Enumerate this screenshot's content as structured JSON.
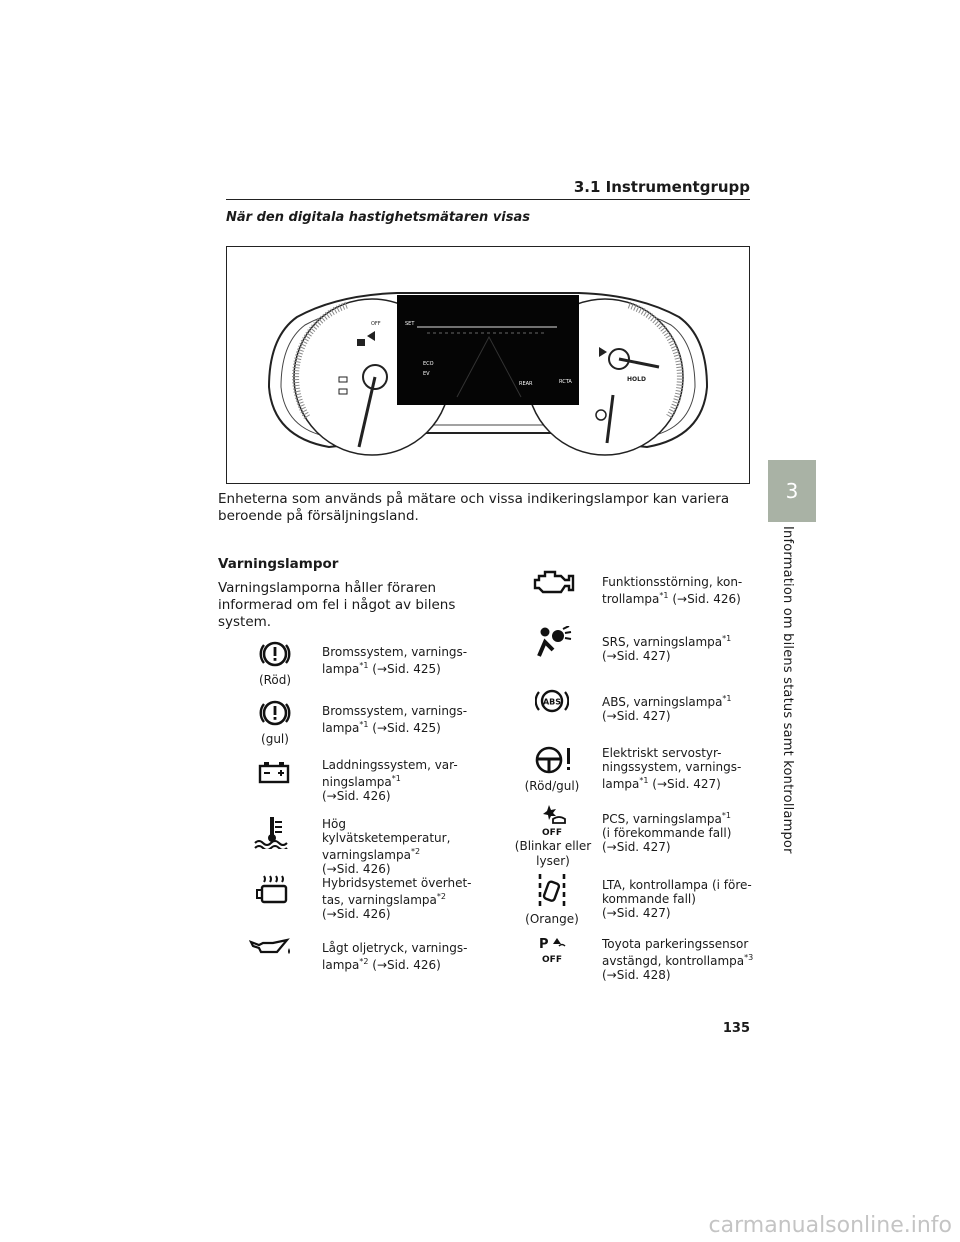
{
  "header": {
    "title": "3.1 Instrumentgrupp"
  },
  "section_heading": "När den digitala hastighetsmätaren visas",
  "intro": "Enheterna som används på mätare och vissa indikeringslampor kan variera beroende på försäljningsland.",
  "warnings": {
    "heading": "Varningslampor",
    "lead": "Varningslamporna håller föraren informerad om fel i något av bilens system.",
    "left": [
      {
        "icon": "brake-warning-red-icon",
        "caption": "(Röd)",
        "text": "Bromssystem, varnings-\nlampa",
        "sup": "*1",
        "ref": "(→Sid. 425)"
      },
      {
        "icon": "brake-warning-yellow-icon",
        "caption": "(gul)",
        "text": "Bromssystem, varnings-\nlampa",
        "sup": "*1",
        "ref": "(→Sid. 425)"
      },
      {
        "icon": "battery-icon",
        "caption": "",
        "text": "Laddningssystem, var-\nningslampa",
        "sup": "*1",
        "ref": "(→Sid. 426)"
      },
      {
        "icon": "coolant-temperature-icon",
        "caption": "",
        "text": "Hög kylvätsketemperatur,\nvarningslampa",
        "sup": "*2",
        "ref": "(→Sid. 426)"
      },
      {
        "icon": "hybrid-overheat-icon",
        "caption": "",
        "text": "Hybridsystemet överhet-\ntas, varningslampa",
        "sup": "*2",
        "ref": "(→Sid. 426)"
      },
      {
        "icon": "oil-pressure-icon",
        "caption": "",
        "text": "Lågt oljetryck, varnings-\nlampa",
        "sup": "*2",
        "ref": "(→Sid. 426)"
      }
    ],
    "right": [
      {
        "icon": "check-engine-icon",
        "caption": "",
        "text": "Funktionsstörning, kon-\ntrollampa",
        "sup": "*1",
        "ref": "(→Sid. 426)"
      },
      {
        "icon": "airbag-srs-icon",
        "caption": "",
        "text": "SRS, varningslampa",
        "sup": "*1",
        "ref": "(→Sid. 427)"
      },
      {
        "icon": "abs-icon",
        "caption": "",
        "text": "ABS, varningslampa",
        "sup": "*1",
        "ref": "(→Sid. 427)"
      },
      {
        "icon": "power-steering-icon",
        "caption": "(Röd/gul)",
        "text": "Elektriskt servostyr-\nningssystem, varnings-\nlampa",
        "sup": "*1",
        "ref": "(→Sid. 427)"
      },
      {
        "icon": "pcs-off-icon",
        "caption": "(Blinkar eller\nlyser)",
        "text": "PCS, varningslampa",
        "sup": "*1",
        "ref": "(i förekommande fall)\n(→Sid. 427)"
      },
      {
        "icon": "lta-icon",
        "caption": "(Orange)",
        "text": "LTA, kontrollampa (i före-\nkommande fall)",
        "sup": "",
        "ref": "(→Sid. 427)"
      },
      {
        "icon": "parking-sensor-off-icon",
        "caption": "",
        "text": "Toyota parkeringssensor\navstängd, kontrollampa",
        "sup": "*3",
        "ref": "(→Sid. 428)"
      }
    ]
  },
  "cluster": {
    "set_label": "SET",
    "eco_label": "ECO",
    "ev_label": "EV",
    "rear_label": "REAR",
    "hold_label": "HOLD",
    "rcta_label": "RCTA",
    "off_label": "OFF"
  },
  "sidebar": {
    "chapter": "3",
    "title": "Information om bilens status samt kontrollampor"
  },
  "page_number": "135",
  "watermark": "carmanualsonline.info"
}
